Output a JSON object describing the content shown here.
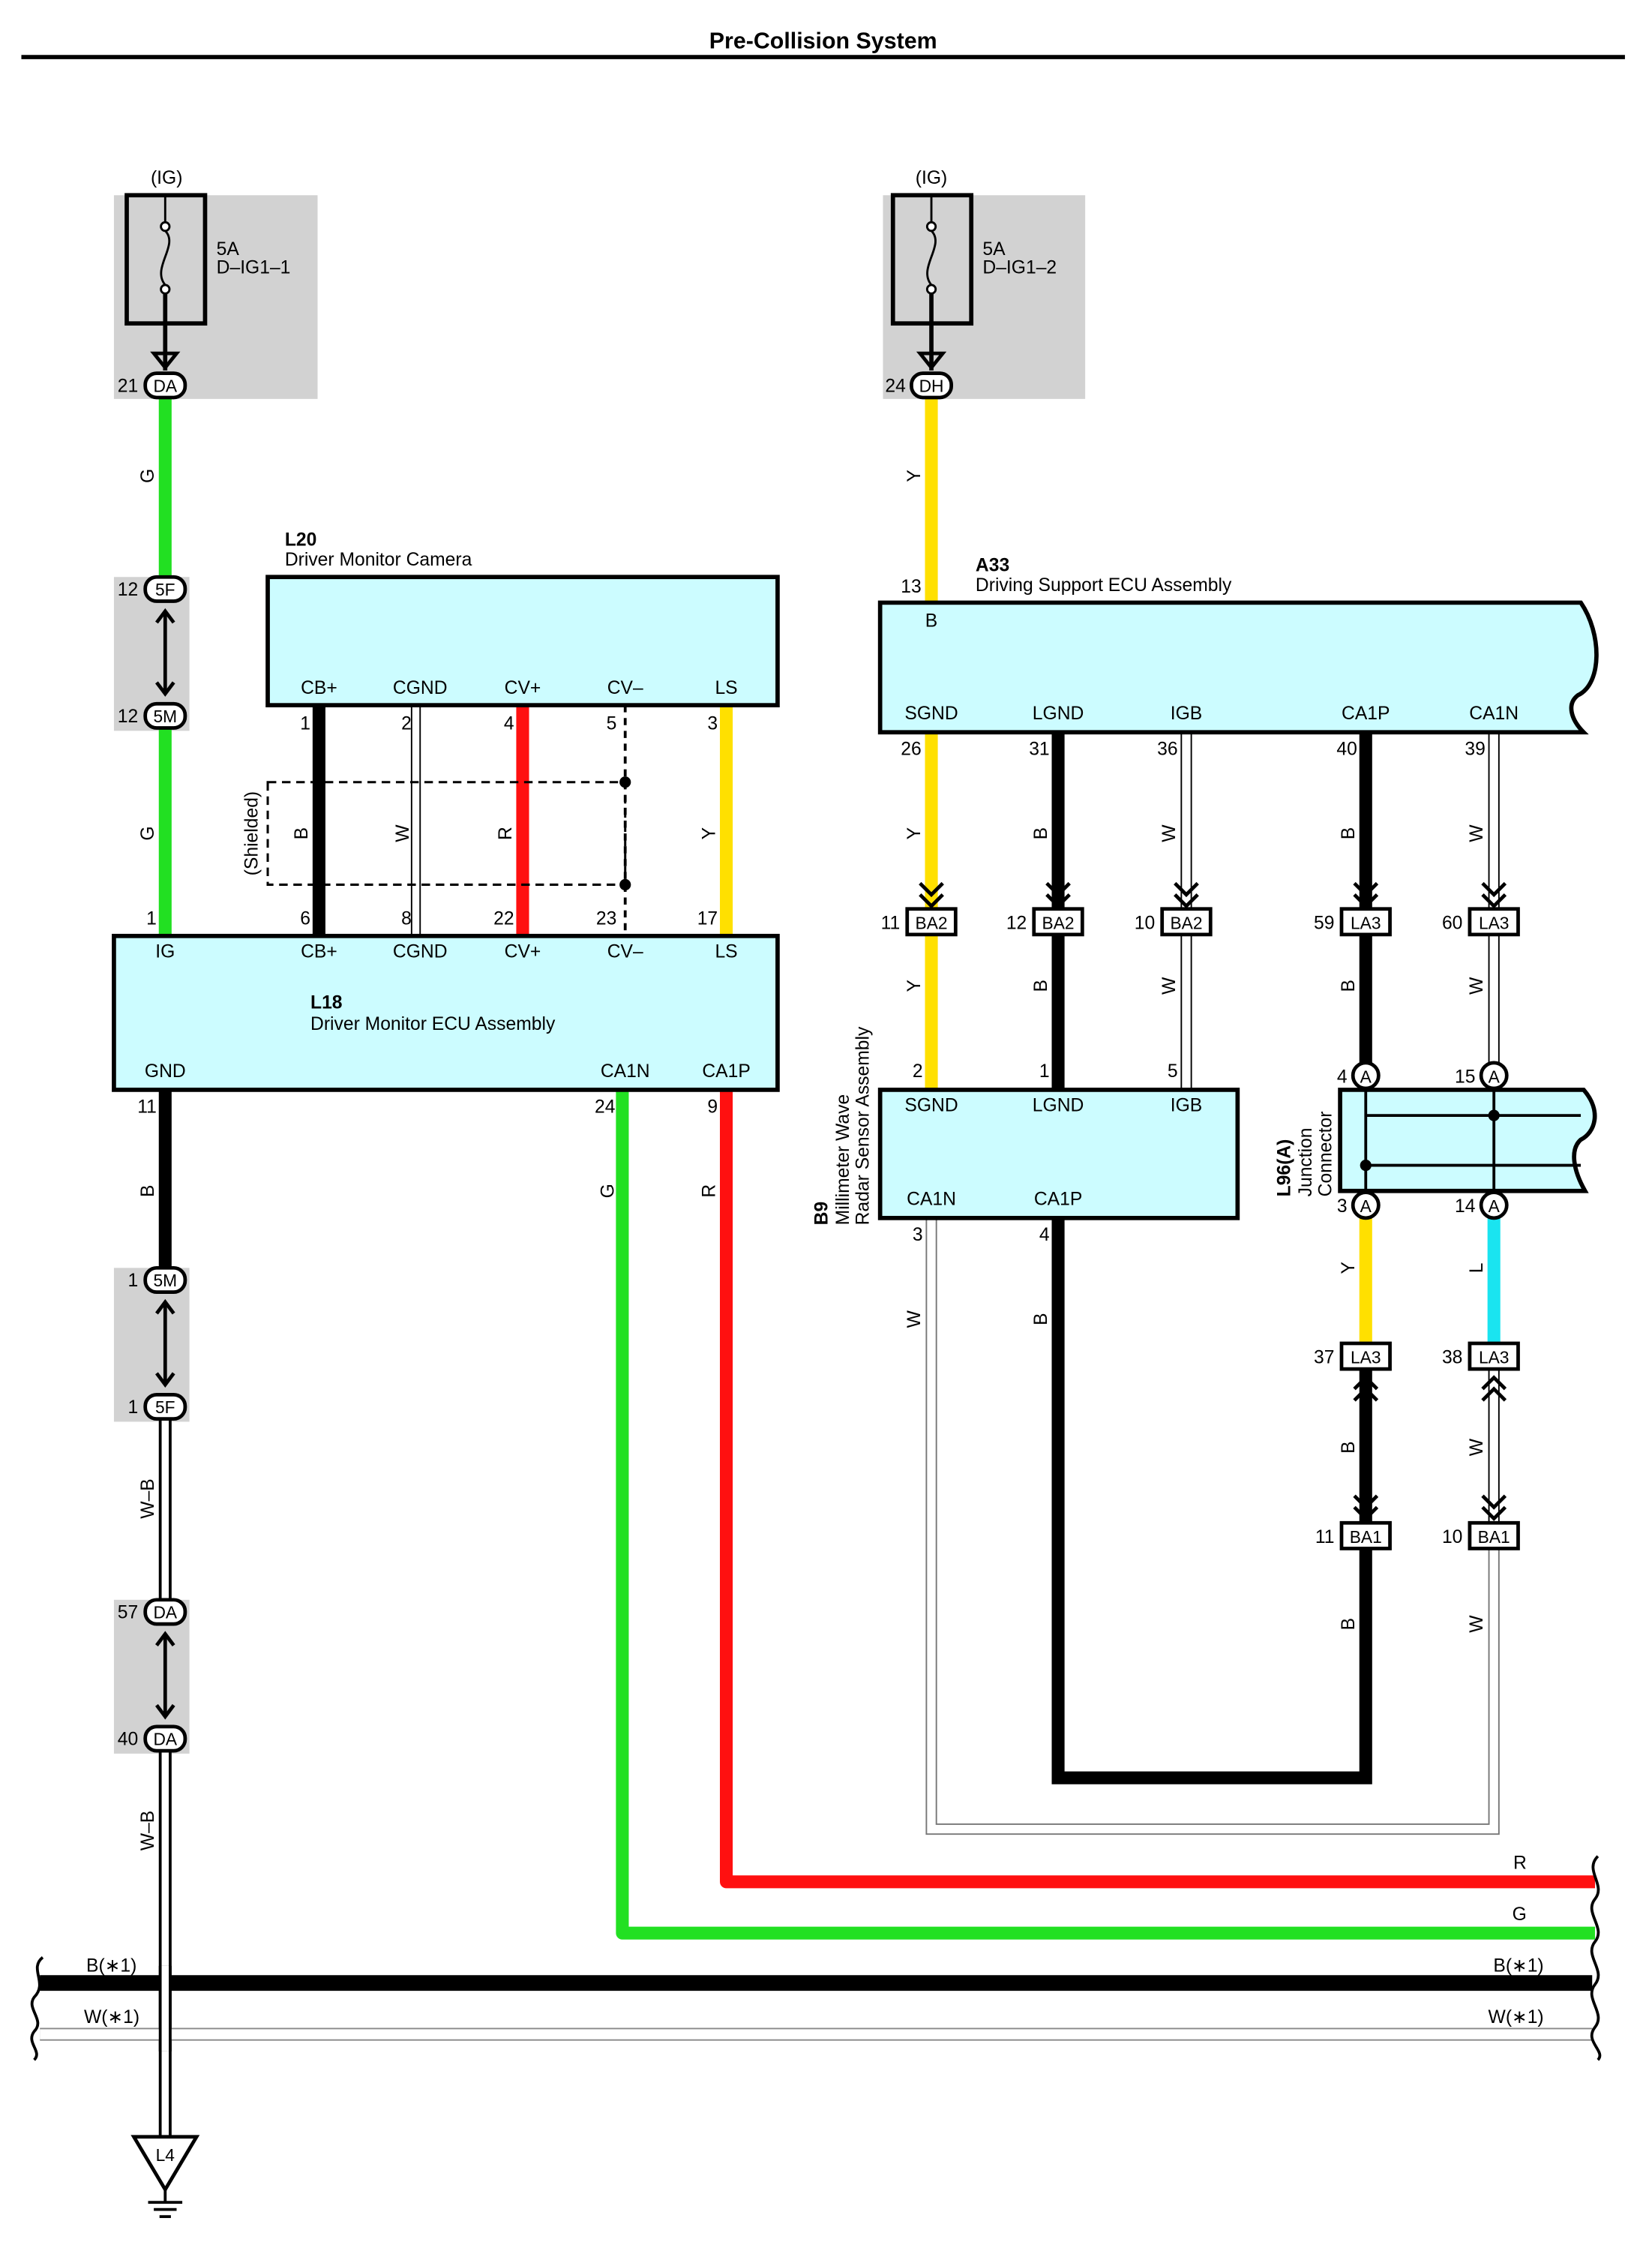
{
  "title": "Pre-Collision System",
  "fuses": [
    {
      "source": "(IG)",
      "amp": "5A",
      "name": "D–IG1–1"
    },
    {
      "source": "(IG)",
      "amp": "5A",
      "name": "D–IG1–2"
    }
  ],
  "components": {
    "l20": {
      "code": "L20",
      "name": "Driver Monitor Camera",
      "pins": [
        "CB+",
        "CGND",
        "CV+",
        "CV–",
        "LS"
      ]
    },
    "l18": {
      "code": "L18",
      "name": "Driver Monitor ECU Assembly",
      "top_pins": [
        "IG",
        "CB+",
        "CGND",
        "CV+",
        "CV–",
        "LS"
      ],
      "bottom_pins": [
        "GND",
        "CA1N",
        "CA1P"
      ]
    },
    "a33": {
      "code": "A33",
      "name": "Driving Support ECU Assembly",
      "top_pin": "B",
      "bottom_pins": [
        "SGND",
        "LGND",
        "IGB",
        "CA1P",
        "CA1N"
      ]
    },
    "b9": {
      "code": "B9",
      "name_line1": "Millimeter Wave",
      "name_line2": "Radar Sensor Assembly",
      "top_pins": [
        "SGND",
        "LGND",
        "IGB"
      ],
      "bottom_pins": [
        "CA1N",
        "CA1P"
      ]
    },
    "l96": {
      "code": "L96(A)",
      "name_line1": "Junction",
      "name_line2": "Connector"
    }
  },
  "shielded_label": "(Shielded)",
  "connectors": {
    "da": "DA",
    "dh": "DH",
    "c5f": "5F",
    "c5m": "5M",
    "ba2": "BA2",
    "la3": "LA3",
    "ba1": "BA1",
    "a": "A",
    "l4": "L4"
  },
  "pin_numbers": {
    "n21": "21",
    "n24": "24",
    "n12": "12",
    "n13": "13",
    "n1": "1",
    "n2": "2",
    "n4": "4",
    "n5": "5",
    "n3": "3",
    "n6": "6",
    "n8": "8",
    "n22": "22",
    "n23": "23",
    "n17": "17",
    "n11": "11",
    "n9": "9",
    "n26": "26",
    "n31": "31",
    "n36": "36",
    "n40": "40",
    "n39": "39",
    "n10": "10",
    "n59": "59",
    "n60": "60",
    "n15": "15",
    "n14": "14",
    "n37": "37",
    "n38": "38",
    "n57": "57"
  },
  "wire_colors": {
    "G": "G",
    "Y": "Y",
    "B": "B",
    "W": "W",
    "R": "R",
    "L": "L",
    "WB": "W–B"
  },
  "bus_labels": {
    "b": "B(∗1)",
    "w": "W(∗1)",
    "r": "R",
    "g": "G"
  },
  "colors": {
    "green": "#22e022",
    "yellow": "#ffe000",
    "red": "#ff1010",
    "black": "#000000",
    "cyan": "#1ae4f0",
    "box_fill": "#ccfcff",
    "gray_bg": "#d2d2d2"
  }
}
